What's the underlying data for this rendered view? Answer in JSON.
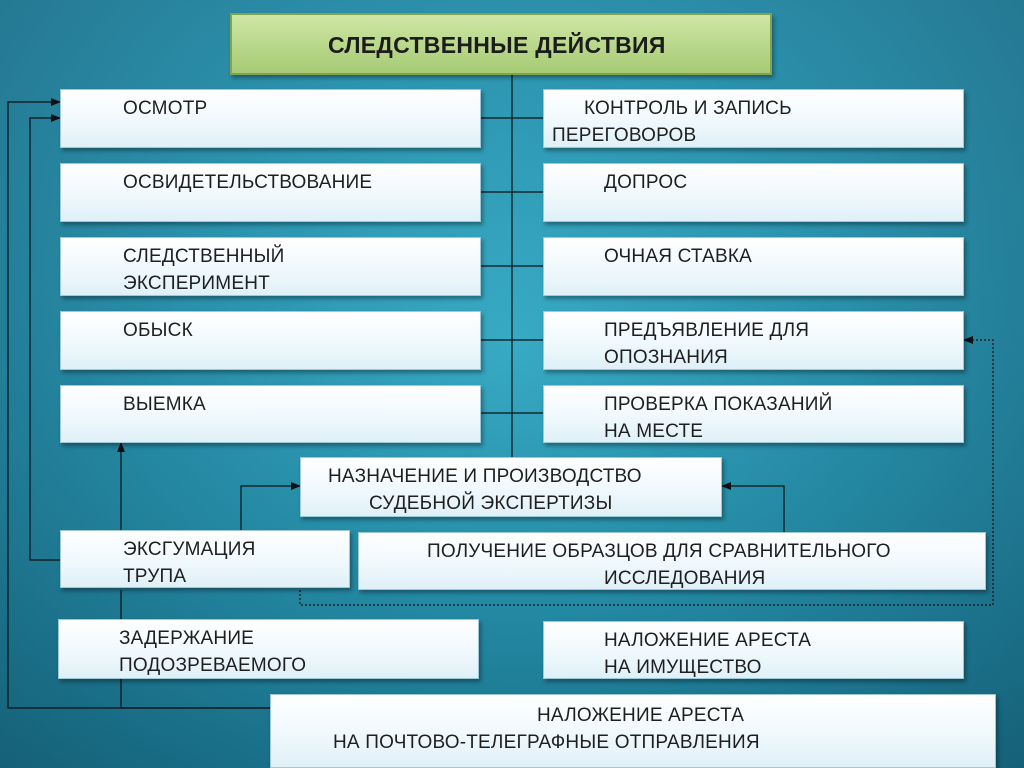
{
  "title": "СЛЕДСТВЕННЫЕ ДЕЙСТВИЯ",
  "boxes": {
    "osmotr": "ОСМОТР",
    "osvidetelstvovanie": "ОСВИДЕТЕЛЬСТВОВАНИЕ",
    "eksperiment": [
      "СЛЕДСТВЕННЫЙ",
      "ЭКСПЕРИМЕНТ"
    ],
    "obysk": "ОБЫСК",
    "vyemka": "ВЫЕМКА",
    "kontrol": [
      "КОНТРОЛЬ И ЗАПИСЬ",
      "ПЕРЕГОВОРОВ"
    ],
    "dopros": "ДОПРОС",
    "ochnaya": "ОЧНАЯ СТАВКА",
    "opoznanie": [
      "ПРЕДЪЯВЛЕНИЕ ДЛЯ",
      "ОПОЗНАНИЯ"
    ],
    "proverka": [
      "ПРОВЕРКА ПОКАЗАНИЙ",
      "НА МЕСТЕ"
    ],
    "ekspertiza": [
      "НАЗНАЧЕНИЕ И ПРОИЗВОДСТВО",
      "СУДЕБНОЙ ЭКСПЕРТИЗЫ"
    ],
    "eksgumaciya": [
      "ЭКСГУМАЦИЯ",
      "ТРУПА"
    ],
    "obrazcy": [
      "ПОЛУЧЕНИЕ ОБРАЗЦОВ ДЛЯ СРАВНИТЕЛЬНОГО",
      "ИССЛЕДОВАНИЯ"
    ],
    "zaderzhanie": [
      "ЗАДЕРЖАНИЕ",
      "ПОДОЗРЕВАЕМОГО"
    ],
    "arest_imushchestvo": [
      "НАЛОЖЕНИЕ АРЕСТА",
      "НА ИМУЩЕСТВО"
    ],
    "arest_pochta": [
      "НАЛОЖЕНИЕ АРЕСТА",
      "НА ПОЧТОВО-ТЕЛЕГРАФНЫЕ ОТПРАВЛЕНИЯ"
    ]
  }
}
